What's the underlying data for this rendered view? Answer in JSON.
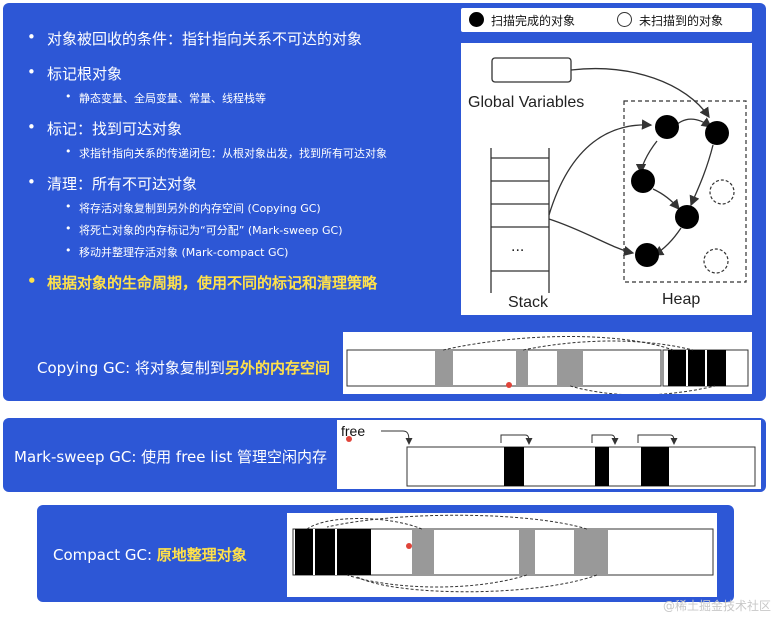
{
  "bullets": [
    {
      "level": 1,
      "text": "对象被回收的条件：指针指向关系不可达的对象"
    },
    {
      "level": 1,
      "text": "标记根对象"
    },
    {
      "level": 2,
      "text": "静态变量、全局变量、常量、线程栈等"
    },
    {
      "level": 1,
      "text": "标记：找到可达对象"
    },
    {
      "level": 2,
      "text": "求指针指向关系的传递闭包：从根对象出发，找到所有可达对象"
    },
    {
      "level": 1,
      "text": "清理：所有不可达对象"
    },
    {
      "level": 2,
      "text": "将存活对象复制到另外的内存空间 (Copying GC)"
    },
    {
      "level": 2,
      "text": "将死亡对象的内存标记为“可分配” (Mark-sweep GC)"
    },
    {
      "level": 2,
      "text": "移动并整理存活对象 (Mark-compact GC)"
    },
    {
      "level": 1,
      "text": "根据对象的生命周期，使用不同的标记和清理策略",
      "highlight": true
    }
  ],
  "legend": {
    "scanned": "扫描完成的对象",
    "unscanned": "未扫描到的对象"
  },
  "diagram": {
    "global_label": "Global Variables",
    "stack_label": "Stack",
    "stack_ellipsis": "...",
    "heap_label": "Heap"
  },
  "copying": {
    "prefix": "Copying GC: 将对象复制到",
    "highlight": "另外的内存空间"
  },
  "marksweep": {
    "caption": "Mark-sweep GC: 使用 free list 管理空闲内存",
    "free_label": "free"
  },
  "compact": {
    "prefix": "Compact GC: ",
    "highlight": "原地整理对象"
  },
  "watermark": "@稀土掘金技术社区",
  "colors": {
    "panel": "#2d57d6",
    "highlight": "#ffe14a",
    "live_block": "#000000",
    "dead_block": "#999999"
  }
}
